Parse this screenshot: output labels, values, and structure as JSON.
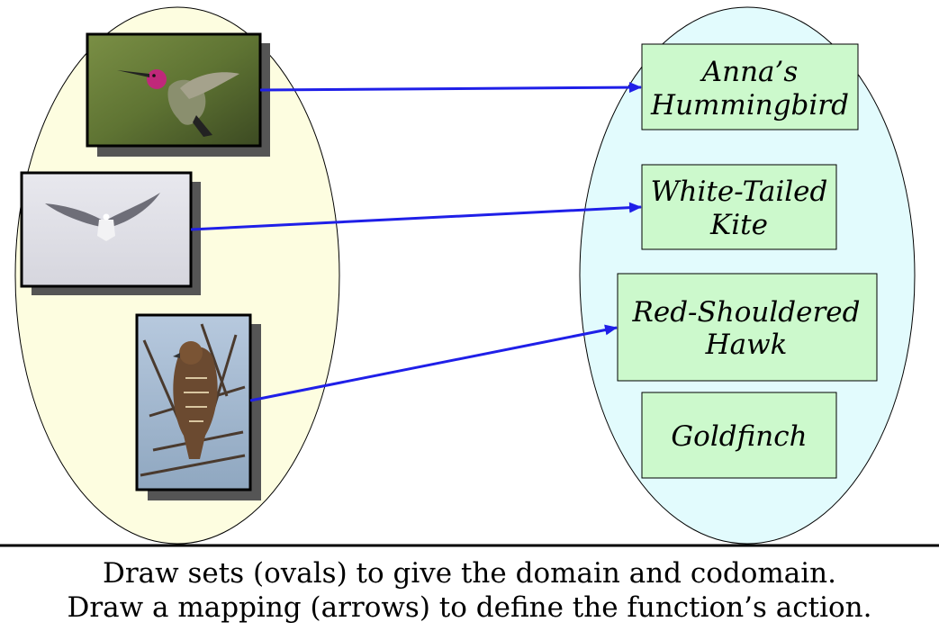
{
  "colors": {
    "domain_fill": "#fdfde0",
    "codomain_fill": "#e2fbfd",
    "label_box_fill": "#ccf9cc",
    "arrow": "#1f1fe8",
    "image_shadow": "#555555",
    "divider": "#000000"
  },
  "domain": {
    "items": [
      {
        "icon": "hummingbird-photo",
        "alt": "Anna's Hummingbird photo"
      },
      {
        "icon": "kite-photo",
        "alt": "White-Tailed Kite photo"
      },
      {
        "icon": "hawk-photo",
        "alt": "Red-Shouldered Hawk photo"
      }
    ]
  },
  "codomain": {
    "labels": [
      {
        "line1": "Anna’s",
        "line2": "Hummingbird"
      },
      {
        "line1": "White-Tailed",
        "line2": "Kite"
      },
      {
        "line1": "Red-Shouldered",
        "line2": "Hawk"
      },
      {
        "line1": "Goldfinch",
        "line2": ""
      }
    ]
  },
  "mapping": [
    {
      "from": 0,
      "to": 0
    },
    {
      "from": 1,
      "to": 1
    },
    {
      "from": 2,
      "to": 2
    }
  ],
  "caption": {
    "line1": "Draw sets (ovals) to give the domain and codomain.",
    "line2": "Draw a mapping (arrows) to define the function’s action."
  }
}
